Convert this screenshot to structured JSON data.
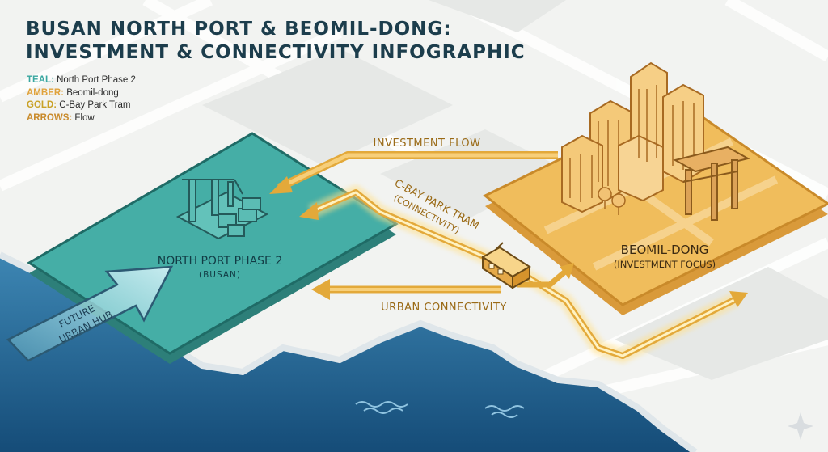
{
  "title": {
    "line1": "BUSAN NORTH PORT & BEOMIL-DONG:",
    "line2": "INVESTMENT & CONNECTIVITY INFOGRAPHIC"
  },
  "legend": [
    {
      "key": "TEAL:",
      "value": "North Port Phase 2",
      "color": "#3aa7a0"
    },
    {
      "key": "AMBER:",
      "value": "Beomil-dong",
      "color": "#e0a23a"
    },
    {
      "key": "GOLD:",
      "value": "C-Bay Park Tram",
      "color": "#c9a227"
    },
    {
      "key": "ARROWS:",
      "value": "Flow",
      "color": "#c98a2a"
    }
  ],
  "zones": {
    "north_port": {
      "name": "NORTH PORT PHASE 2",
      "sub": "(BUSAN)"
    },
    "beomil": {
      "name": "BEOMIL-DONG",
      "sub": "(INVESTMENT FOCUS)"
    }
  },
  "flows": {
    "investment": "INVESTMENT FLOW",
    "tram_line1": "C-BAY PARK TRAM",
    "tram_line2": "(CONNECTIVITY)",
    "urban": "URBAN CONNECTIVITY",
    "future_line1": "FUTURE",
    "future_line2": "URBAN HUB"
  },
  "colors": {
    "teal": "#45aea6",
    "amber": "#f0bd5c",
    "gold": "#e8b44a",
    "sea": "#1f5f8b"
  }
}
